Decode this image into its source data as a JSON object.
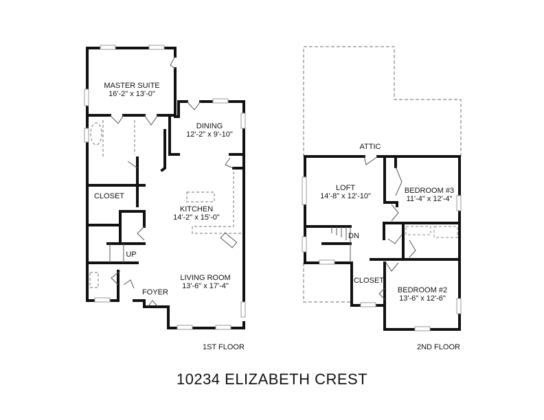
{
  "title": "10234 ELIZABETH CREST",
  "floors": [
    {
      "caption": "1ST FLOOR",
      "rooms": [
        {
          "name": "MASTER SUITE",
          "dims": "16'-2\" x 13'-0\""
        },
        {
          "name": "DINING",
          "dims": "12'-2\" x 9'-10\""
        },
        {
          "name": "CLOSET",
          "dims": ""
        },
        {
          "name": "KITCHEN",
          "dims": "14'-2\" x 15'-0\""
        },
        {
          "name": "LIVING ROOM",
          "dims": "13'-6\" x 17'-4\""
        },
        {
          "name": "FOYER",
          "dims": ""
        }
      ],
      "stair_label": "UP"
    },
    {
      "caption": "2ND FLOOR",
      "rooms": [
        {
          "name": "ATTIC",
          "dims": ""
        },
        {
          "name": "LOFT",
          "dims": "14'-8\" x 12'-10\""
        },
        {
          "name": "BEDROOM #3",
          "dims": "11'-4\" x 12'-4\""
        },
        {
          "name": "CLOSET",
          "dims": ""
        },
        {
          "name": "BEDROOM #2",
          "dims": "13'-6\" x 12'-6\""
        }
      ],
      "stair_label": "DN"
    }
  ],
  "colors": {
    "wall": "#111111",
    "dashed": "#8a8a8a",
    "window": "#9a9a9a"
  }
}
